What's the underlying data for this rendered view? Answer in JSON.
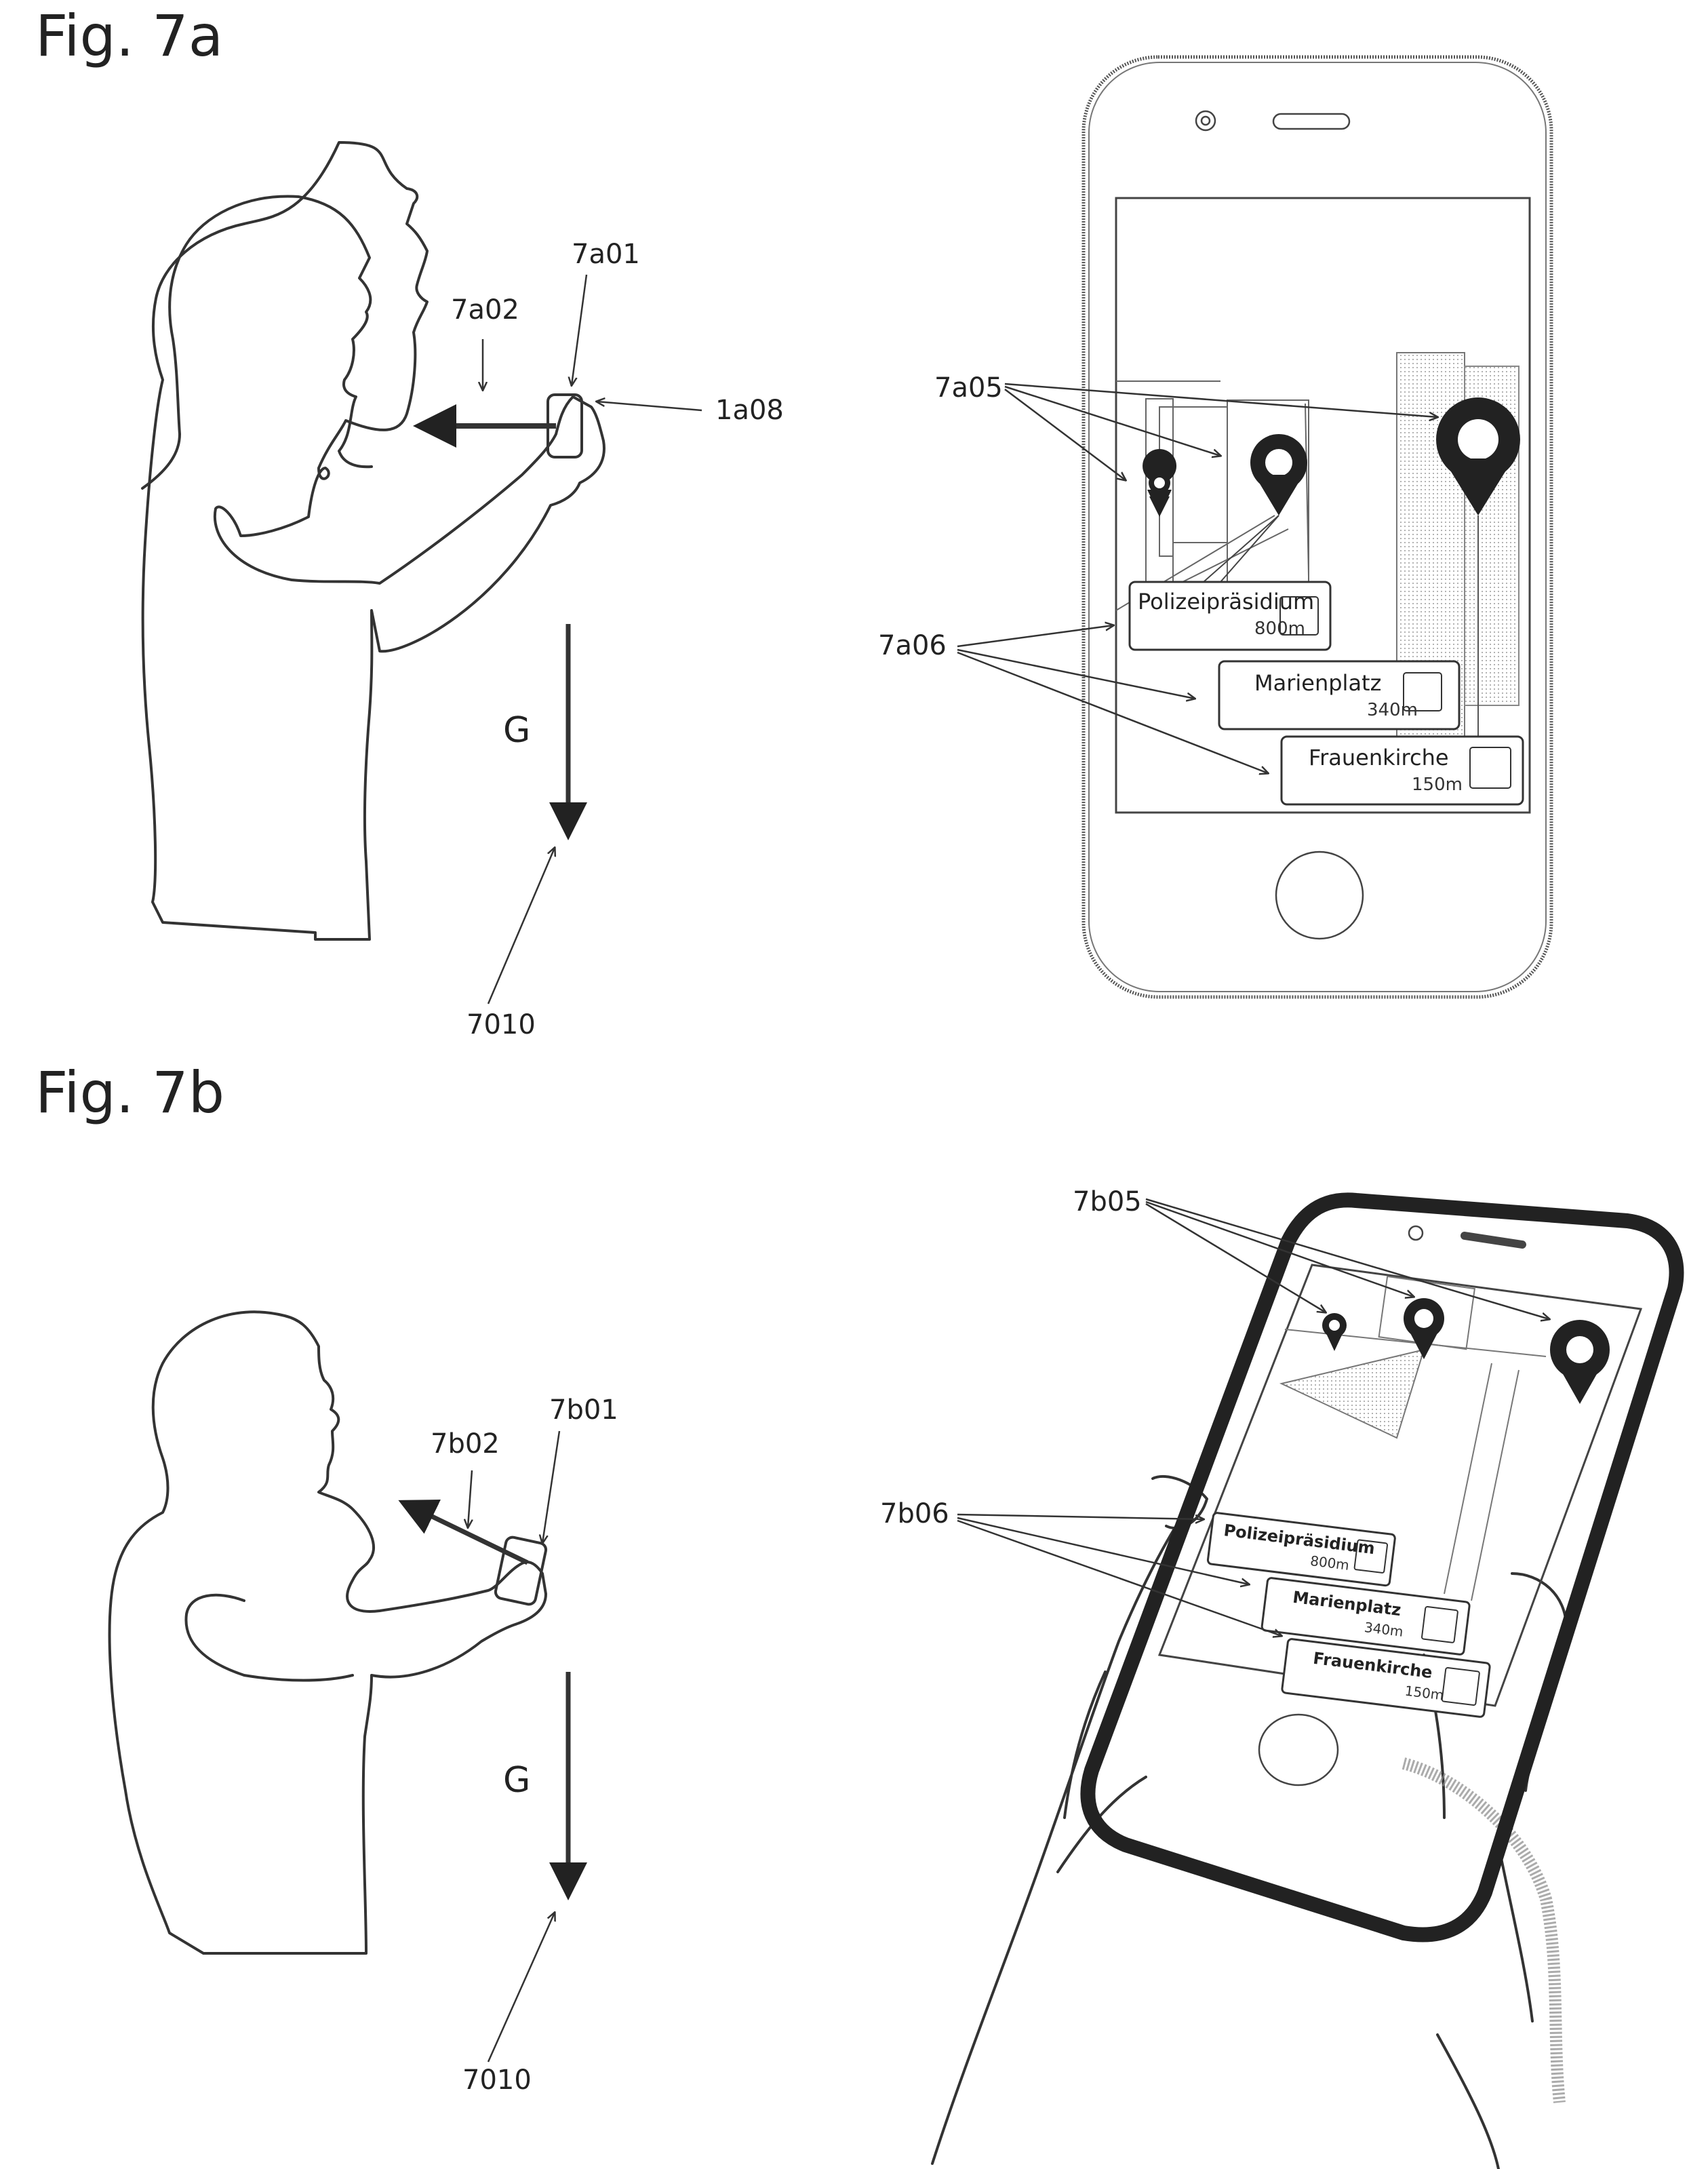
{
  "figures": [
    {
      "title": "Fig. 7a",
      "labels": {
        "device": "7a01",
        "pointing_direction": "7a02",
        "device_axis": "1a08",
        "gravity": "G",
        "gravity_ref": "7010",
        "markers": "7a05",
        "info_panels": "7a06"
      },
      "poi_panels": [
        {
          "name": "Polizeipräsidium",
          "distance": "800m"
        },
        {
          "name": "Marienplatz",
          "distance": "340m"
        },
        {
          "name": "Frauenkirche",
          "distance": "150m"
        }
      ]
    },
    {
      "title": "Fig. 7b",
      "labels": {
        "device": "7b01",
        "pointing_direction": "7b02",
        "gravity": "G",
        "gravity_ref": "7010",
        "markers": "7b05",
        "info_panels": "7b06"
      },
      "poi_panels": [
        {
          "name": "Polizeipräsidium",
          "distance": "800m"
        },
        {
          "name": "Marienplatz",
          "distance": "340m"
        },
        {
          "name": "Frauenkirche",
          "distance": "150m"
        }
      ]
    }
  ]
}
